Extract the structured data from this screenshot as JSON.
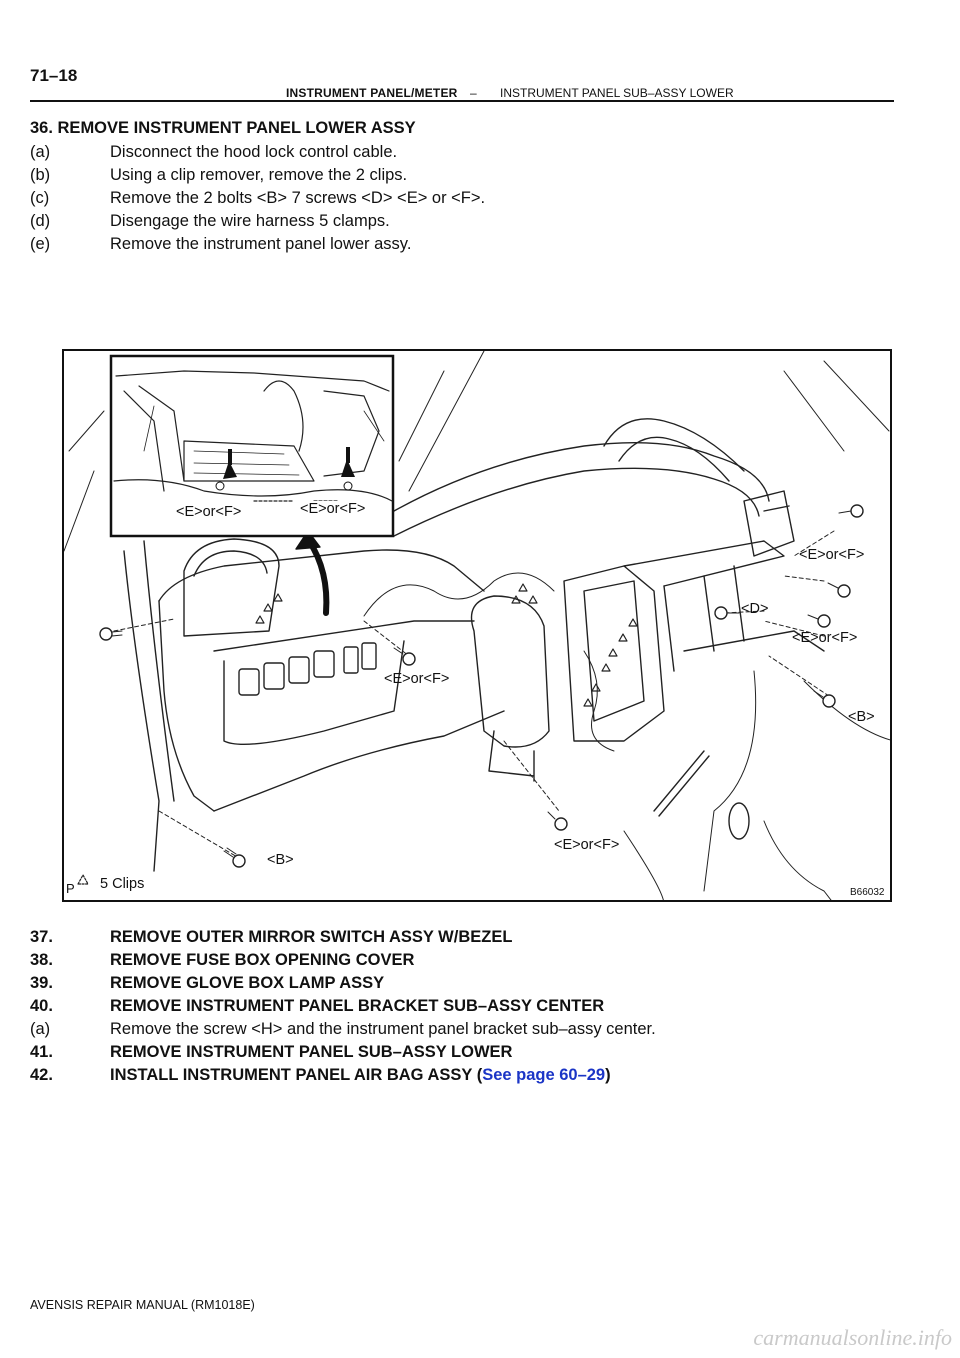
{
  "header": {
    "page_number": "71–18",
    "section": "INSTRUMENT PANEL/METER",
    "separator": "–",
    "subsection": "INSTRUMENT PANEL SUB–ASSY LOWER"
  },
  "step36": {
    "heading": "36.  REMOVE INSTRUMENT PANEL LOWER ASSY",
    "substeps": [
      {
        "letter": "(a)",
        "text": "Disconnect the hood lock control cable."
      },
      {
        "letter": "(b)",
        "text": "Using a clip remover, remove the 2 clips."
      },
      {
        "letter": "(c)",
        "text": "Remove the 2 bolts <B> 7 screws <D> <E> or <F>."
      },
      {
        "letter": "(d)",
        "text": "Disengage the wire harness 5 clamps."
      },
      {
        "letter": "(e)",
        "text": "Remove the instrument panel lower assy."
      }
    ]
  },
  "figure": {
    "code": "B66032",
    "corner_letter": "P",
    "legend": "5 Clips",
    "labels": {
      "inset_left": "<E>or<F>",
      "inset_right": "<E>or<F>",
      "right_top": "<E>or<F>",
      "right_d": "<D>",
      "right_mid": "<E>or<F>",
      "right_b": "<B>",
      "center": "<E>or<F>",
      "bottom_right": "<E>or<F>",
      "bottom_left_b": "<B>"
    }
  },
  "steps_after": [
    {
      "number": "37.",
      "text": "REMOVE OUTER MIRROR SWITCH ASSY W/BEZEL"
    },
    {
      "number": "38.",
      "text": "REMOVE FUSE BOX OPENING COVER"
    },
    {
      "number": "39.",
      "text": "REMOVE GLOVE BOX LAMP ASSY"
    },
    {
      "number": "40.",
      "text": "REMOVE INSTRUMENT PANEL BRACKET SUB–ASSY CENTER"
    }
  ],
  "step40a": {
    "letter": "(a)",
    "text": "Remove the screw <H> and the instrument panel bracket sub–assy center."
  },
  "step41": {
    "number": "41.",
    "text": "REMOVE INSTRUMENT PANEL SUB–ASSY LOWER"
  },
  "step42": {
    "number": "42.",
    "text_before": "INSTALL INSTRUMENT PANEL AIR BAG ASSY (",
    "link": "See page 60–29",
    "text_after": ")"
  },
  "footer": {
    "manual": "AVENSIS REPAIR MANUAL   (RM1018E)"
  },
  "watermark": "carmanualsonline.info"
}
